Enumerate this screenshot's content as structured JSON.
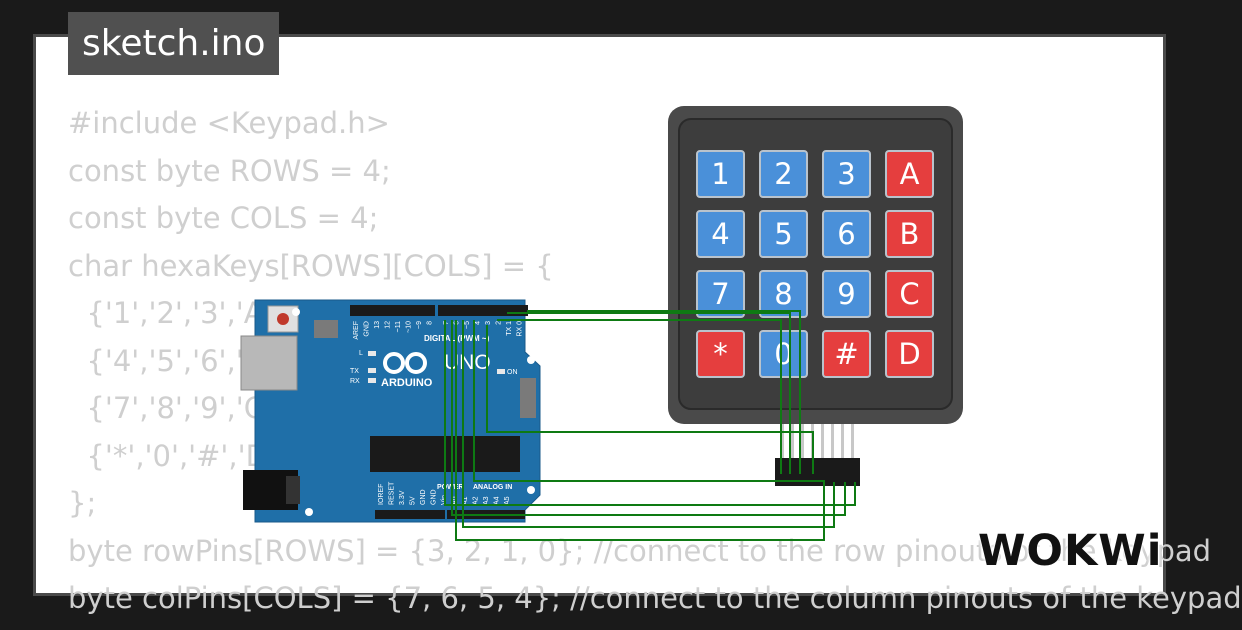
{
  "window": {
    "title": "sketch.ino"
  },
  "code": {
    "lines": [
      "#include <Keypad.h>",
      "const byte ROWS = 4;",
      "const byte COLS = 4;",
      "char hexaKeys[ROWS][COLS] = {",
      "  {'1','2','3','A'},",
      "  {'4','5','6','B'},",
      "  {'7','8','9','C'},",
      "  {'*','0','#','D'}",
      "};",
      "byte rowPins[ROWS] = {3, 2, 1, 0}; //connect to the row pinouts of the keypad",
      "byte colPins[COLS] = {7, 6, 5, 4}; //connect to the column pinouts of the keypad"
    ]
  },
  "keypad": {
    "keys": [
      [
        "1",
        "2",
        "3",
        "A"
      ],
      [
        "4",
        "5",
        "6",
        "B"
      ],
      [
        "7",
        "8",
        "9",
        "C"
      ],
      [
        "*",
        "0",
        "#",
        "D"
      ]
    ],
    "digit_color": "#4a90d9",
    "letter_color": "#e53e3e"
  },
  "arduino": {
    "brand": "ARDUINO",
    "model": "UNO",
    "digital_label": "DIGITAL (PWM ~)",
    "power_label": "POWER",
    "analog_label": "ANALOG IN",
    "pin_labels": [
      "AREF",
      "GND",
      "13",
      "12",
      "~11",
      "~10",
      "~9",
      "8",
      "7",
      "~6",
      "~5",
      "4",
      "~3",
      "2",
      "TX 1",
      "RX 0"
    ],
    "led_labels": [
      "L",
      "TX",
      "RX",
      "ON"
    ],
    "power_pins": [
      "IOREF",
      "RESET",
      "3.3V",
      "5V",
      "GND",
      "GND",
      "Vin",
      "A0",
      "A1",
      "A2",
      "A3",
      "A4",
      "A5"
    ],
    "board_color": "#1f6fa8"
  },
  "wire_color": "#0e7a13",
  "brand": {
    "logo_text": "WOKWi"
  }
}
